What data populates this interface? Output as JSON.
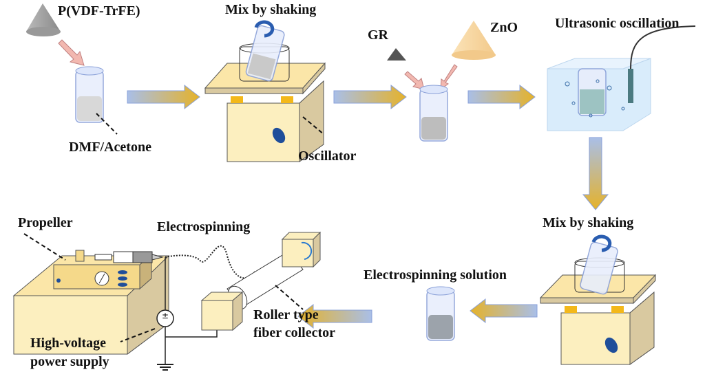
{
  "labels": {
    "polymer": "P(VDF-TrFE)",
    "mix1": "Mix by shaking",
    "gr": "GR",
    "zno": "ZnO",
    "ultrasonic": "Ultrasonic oscillation",
    "solvent": "DMF/Acetone",
    "oscillator": "Oscillator",
    "mix2": "Mix by shaking",
    "propeller": "Propeller",
    "electrospinning": "Electrospinning",
    "solution": "Electrospinning solution",
    "roller1": "Roller type",
    "roller2": "fiber collector",
    "hv1": "High-voltage",
    "hv2": "power supply"
  },
  "colors": {
    "arrow_start": "#a9bfe8",
    "arrow_end": "#e5b22a",
    "wood": "#fcefbf",
    "powder_arrow": "#f2b8b0"
  }
}
